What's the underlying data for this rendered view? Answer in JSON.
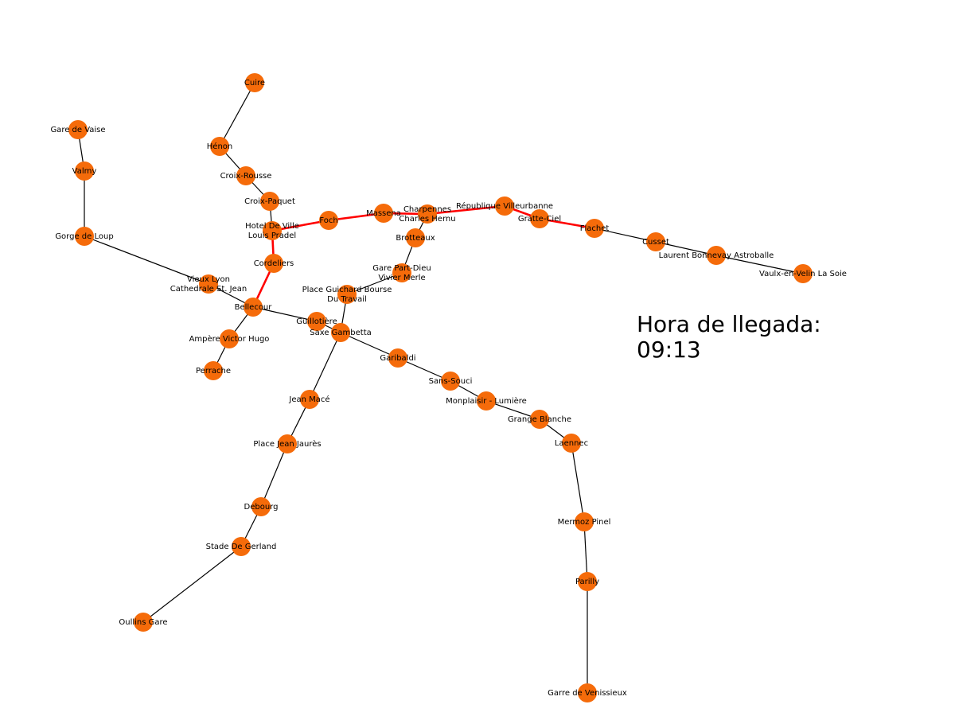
{
  "colors": {
    "node": "#f56b0a",
    "edge": "#000000",
    "route": "#ff0000"
  },
  "arrival": {
    "label": "Hora de llegada:",
    "time": "09:13"
  },
  "stations": [
    {
      "id": "cuire",
      "name": "Cuire"
    },
    {
      "id": "henon",
      "name": "Hénon"
    },
    {
      "id": "croix-rousse",
      "name": "Croix-Rousse"
    },
    {
      "id": "croix-paquet",
      "name": "Croix-Paquet"
    },
    {
      "id": "hotel-de-ville",
      "name": "Hotel De Ville\nLouis Pradel"
    },
    {
      "id": "cordeliers",
      "name": "Cordeliers"
    },
    {
      "id": "bellecour",
      "name": "Bellecour"
    },
    {
      "id": "gare-de-vaise",
      "name": "Gare de Vaise"
    },
    {
      "id": "valmy",
      "name": "Valmy"
    },
    {
      "id": "gorge-de-loup",
      "name": "Gorge de Loup"
    },
    {
      "id": "vieux-lyon",
      "name": "Vieux Lyon\nCathedrale St. Jean"
    },
    {
      "id": "ampere",
      "name": "Ampère Victor Hugo"
    },
    {
      "id": "perrache",
      "name": "Perrache"
    },
    {
      "id": "foch",
      "name": "Foch"
    },
    {
      "id": "massena",
      "name": "Massena"
    },
    {
      "id": "charpennes",
      "name": "Charpennes\nCharles Hernu"
    },
    {
      "id": "republique",
      "name": "République Villeurbanne"
    },
    {
      "id": "gratte-ciel",
      "name": "Gratte-Ciel"
    },
    {
      "id": "flachet",
      "name": "Flachet"
    },
    {
      "id": "cusset",
      "name": "Cusset"
    },
    {
      "id": "bonnevay",
      "name": "Laurent Bonnevay Astroballe"
    },
    {
      "id": "vaulx",
      "name": "Vaulx-en-Velin La Soie"
    },
    {
      "id": "brotteaux",
      "name": "Brotteaux"
    },
    {
      "id": "part-dieu",
      "name": "Gare Part-Dieu\nVivier Merle"
    },
    {
      "id": "guichard",
      "name": "Place Guichard Bourse\nDu Travail"
    },
    {
      "id": "guillotiere",
      "name": "Guillotière"
    },
    {
      "id": "saxe",
      "name": "Saxe Gambetta"
    },
    {
      "id": "garibaldi",
      "name": "Garibaldi"
    },
    {
      "id": "sans-souci",
      "name": "Sans-Souci"
    },
    {
      "id": "monplaisir",
      "name": "Monplaisir - Lumière"
    },
    {
      "id": "grange-blanche",
      "name": "Grange Blanche"
    },
    {
      "id": "laennec",
      "name": "Laennec"
    },
    {
      "id": "mermoz",
      "name": "Mermoz Pinel"
    },
    {
      "id": "parilly",
      "name": "Parilly"
    },
    {
      "id": "venissieux",
      "name": "Garre de Venissieux"
    },
    {
      "id": "jean-mace",
      "name": "Jean Macé"
    },
    {
      "id": "jean-jaures",
      "name": "Place Jean Jaurès"
    },
    {
      "id": "debourg",
      "name": "Debourg"
    },
    {
      "id": "gerland",
      "name": "Stade De Gerland"
    },
    {
      "id": "oullins",
      "name": "Oullins Gare"
    }
  ],
  "connections": [
    [
      "cuire",
      "henon"
    ],
    [
      "henon",
      "croix-rousse"
    ],
    [
      "croix-rousse",
      "croix-paquet"
    ],
    [
      "croix-paquet",
      "hotel-de-ville"
    ],
    [
      "hotel-de-ville",
      "cordeliers"
    ],
    [
      "cordeliers",
      "bellecour"
    ],
    [
      "gare-de-vaise",
      "valmy"
    ],
    [
      "valmy",
      "gorge-de-loup"
    ],
    [
      "gorge-de-loup",
      "vieux-lyon"
    ],
    [
      "vieux-lyon",
      "bellecour"
    ],
    [
      "bellecour",
      "ampere"
    ],
    [
      "ampere",
      "perrache"
    ],
    [
      "bellecour",
      "guillotiere"
    ],
    [
      "guillotiere",
      "saxe"
    ],
    [
      "hotel-de-ville",
      "foch"
    ],
    [
      "foch",
      "massena"
    ],
    [
      "massena",
      "charpennes"
    ],
    [
      "charpennes",
      "republique"
    ],
    [
      "republique",
      "gratte-ciel"
    ],
    [
      "gratte-ciel",
      "flachet"
    ],
    [
      "flachet",
      "cusset"
    ],
    [
      "cusset",
      "bonnevay"
    ],
    [
      "bonnevay",
      "vaulx"
    ],
    [
      "charpennes",
      "brotteaux"
    ],
    [
      "brotteaux",
      "part-dieu"
    ],
    [
      "part-dieu",
      "guichard"
    ],
    [
      "guichard",
      "saxe"
    ],
    [
      "saxe",
      "garibaldi"
    ],
    [
      "garibaldi",
      "sans-souci"
    ],
    [
      "sans-souci",
      "monplaisir"
    ],
    [
      "monplaisir",
      "grange-blanche"
    ],
    [
      "grange-blanche",
      "laennec"
    ],
    [
      "laennec",
      "mermoz"
    ],
    [
      "mermoz",
      "parilly"
    ],
    [
      "parilly",
      "venissieux"
    ],
    [
      "saxe",
      "jean-mace"
    ],
    [
      "jean-mace",
      "jean-jaures"
    ],
    [
      "jean-jaures",
      "debourg"
    ],
    [
      "debourg",
      "gerland"
    ],
    [
      "gerland",
      "oullins"
    ]
  ],
  "route": [
    "bellecour",
    "cordeliers",
    "hotel-de-ville",
    "foch",
    "massena",
    "charpennes",
    "republique",
    "gratte-ciel",
    "flachet"
  ]
}
